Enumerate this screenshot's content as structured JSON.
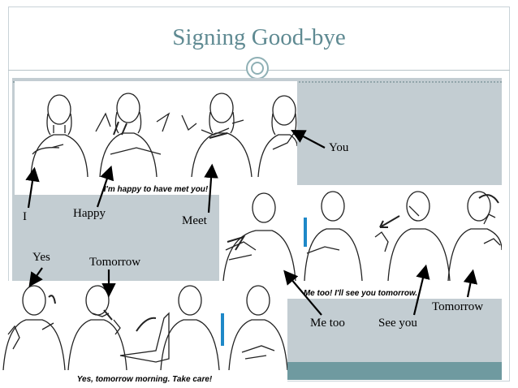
{
  "slide": {
    "title": "Signing Good-bye"
  },
  "panels": [
    {
      "caption": "I'm happy to have met you!"
    },
    {
      "caption": "Me too! I'll see you tomorrow."
    },
    {
      "caption": "Yes, tomorrow morning. Take care!"
    }
  ],
  "labels": {
    "you": "You",
    "i": "I",
    "happy": "Happy",
    "meet": "Meet",
    "yes": "Yes",
    "tomorrow_1": "Tomorrow",
    "tomorrow_2": "Tomorrow",
    "me_too": "Me too",
    "see_you": "See you"
  },
  "colors": {
    "title": "#5f8a92",
    "background": "#c3cdd2",
    "accent_bar": "#1e88c8",
    "teal_block": "#6f9aa0"
  }
}
